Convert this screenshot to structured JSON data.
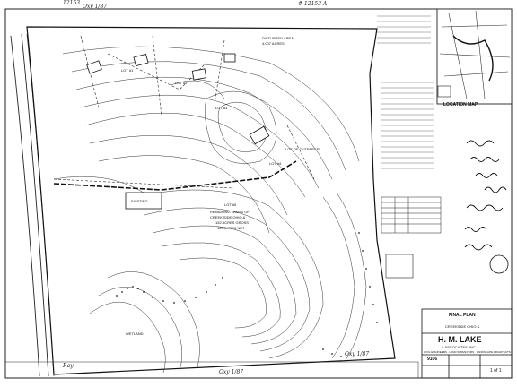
{
  "header": {
    "left_number": "12153",
    "left_note": "Oxy 1/87",
    "right_number": "# 12153 A"
  },
  "plan_labels": {
    "disturbed_area": "DISTURBED AREA",
    "disturbed_acres": "4.007 ACRES",
    "lot_1": "LOT #1",
    "lot_2": "LOT #2",
    "lot_3": "LOT #3",
    "lot_4": "LOT #4",
    "lot_5": "LOT #5",
    "lot_of_outparcel": "LOT OF OUTPARCEL",
    "remaining_lands_1": "REMAINING LANDS OF",
    "remaining_lands_2": "CREEK SIDE OHIO &",
    "remaining_lands_3": "152 ACRES GROSS",
    "remaining_lands_4": "125 ACRES NET",
    "existing_building": "EXISTING",
    "wetland": "WETLAND",
    "location_map": "LOCATION MAP"
  },
  "title_block": {
    "final_plan": "FINAL PLAN",
    "project": "CREEKSIDE OHIO &",
    "firm_name": "H. M. LAKE",
    "firm_sub": "& ASSOCIATES, INC.",
    "firm_services": "CIVIL ENGINEERS · LAND SURVEYORS · LANDSCAPE ARCHITECTS",
    "drawing_no": "9106",
    "sheet": "1 of 1"
  },
  "margin_notes": {
    "bottom_left": "Ray",
    "bottom_center": "Oxy 1/87",
    "bottom_right": "Oxy 1/87"
  },
  "colors": {
    "ink": "#1a1a1a",
    "paper": "#ffffff"
  }
}
